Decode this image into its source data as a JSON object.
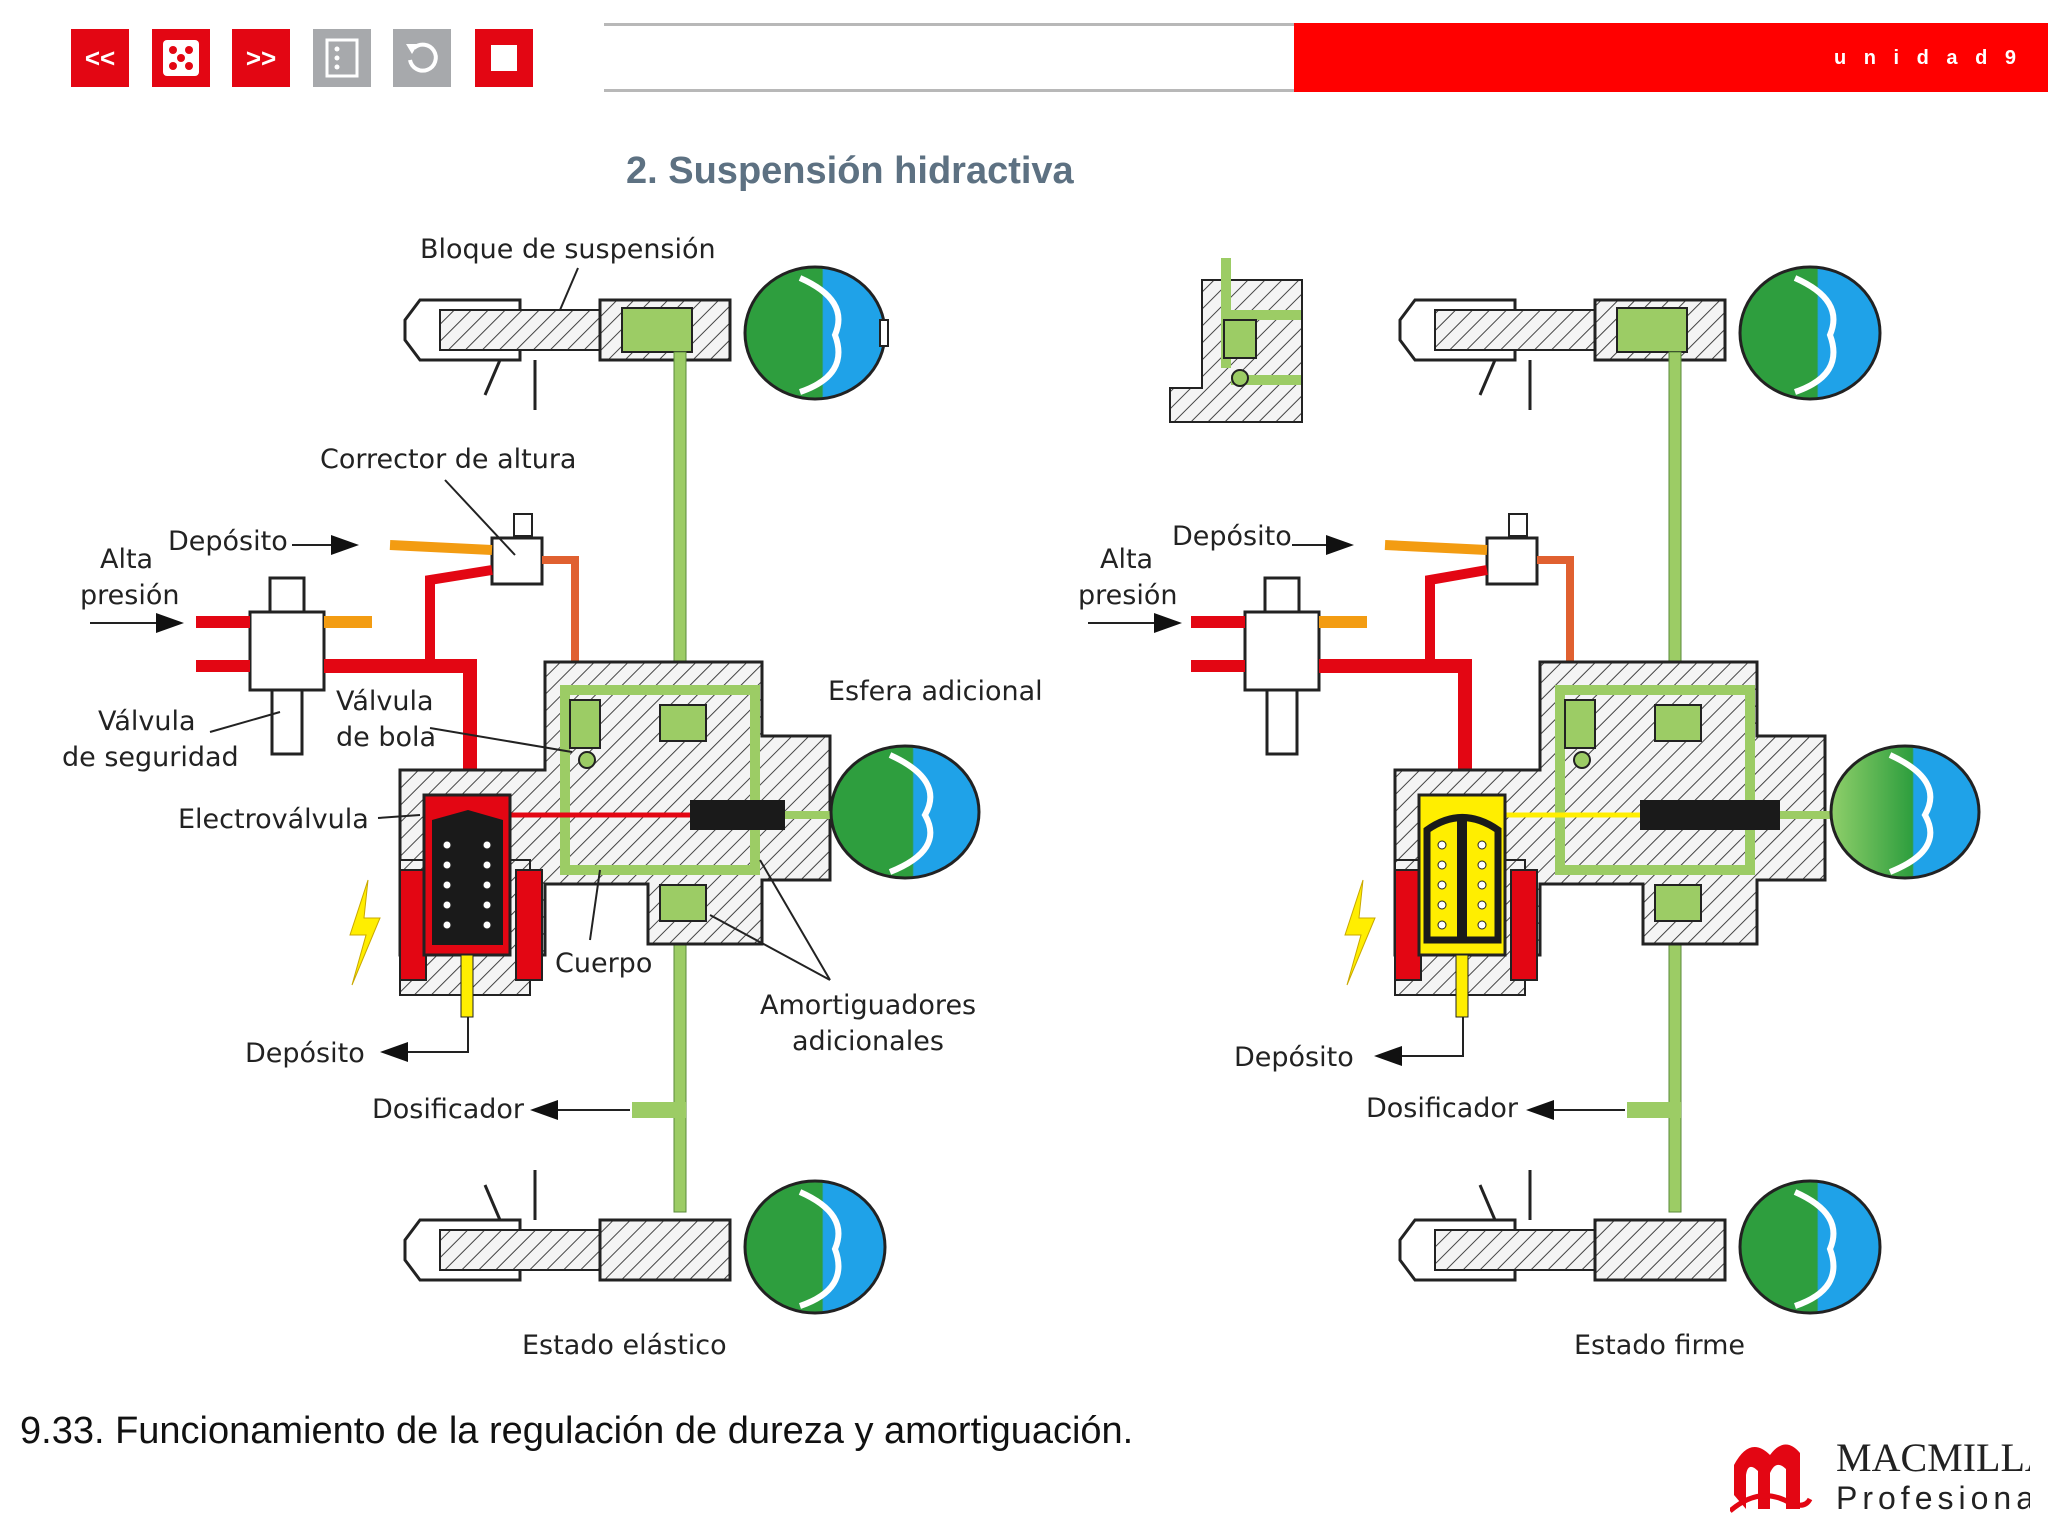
{
  "toolbar": {
    "prev_label": "<<",
    "next_label": ">>"
  },
  "header": {
    "unit_label": "u n i d a d  9"
  },
  "slide_title": "2. Suspensión hidractiva",
  "labels": {
    "bloque": "Bloque de suspensión",
    "corrector": "Corrector de altura",
    "deposito": "Depósito",
    "alta": "Alta",
    "presion": "presión",
    "valvula": "Válvula",
    "seguridad": "de seguridad",
    "valvula_bola_1": "Válvula",
    "valvula_bola_2": "de bola",
    "electrovalvula": "Electroválvula",
    "cuerpo": "Cuerpo",
    "esfera": "Esfera adicional",
    "amort1": "Amortiguadores",
    "amort2": "adicionales",
    "dosificador": "Dosificador",
    "estado_elastico": "Estado elástico",
    "estado_firme": "Estado firme"
  },
  "caption": "9.33. Funcionamiento de la regulación de dureza y amortiguación.",
  "logo": {
    "line1": "MACMILLAN",
    "line2": "Profesional"
  },
  "colors": {
    "accent_red": "#e30613",
    "banner_red": "#ff0000",
    "title": "#5d7182",
    "fluid_green": "#9ccc65",
    "sphere_green": "#2e9e3e",
    "sphere_blue": "#1fa2e8",
    "solenoid_red": "#e30613",
    "solenoid_yellow": "#ffee00"
  }
}
